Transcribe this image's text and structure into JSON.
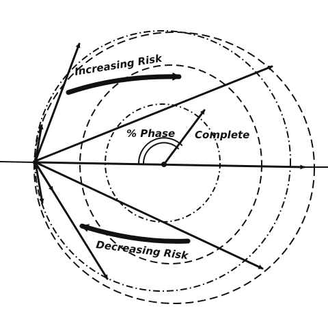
{
  "diagram": {
    "labels": {
      "increasing_risk": "Increasing Risk",
      "decreasing_risk": "Decreasing Risk",
      "phase": "% Phase",
      "complete": "Complete"
    },
    "ink_color": "#111111",
    "background_color": "#ffffff",
    "ring_count": 4,
    "vector_count": 9
  }
}
